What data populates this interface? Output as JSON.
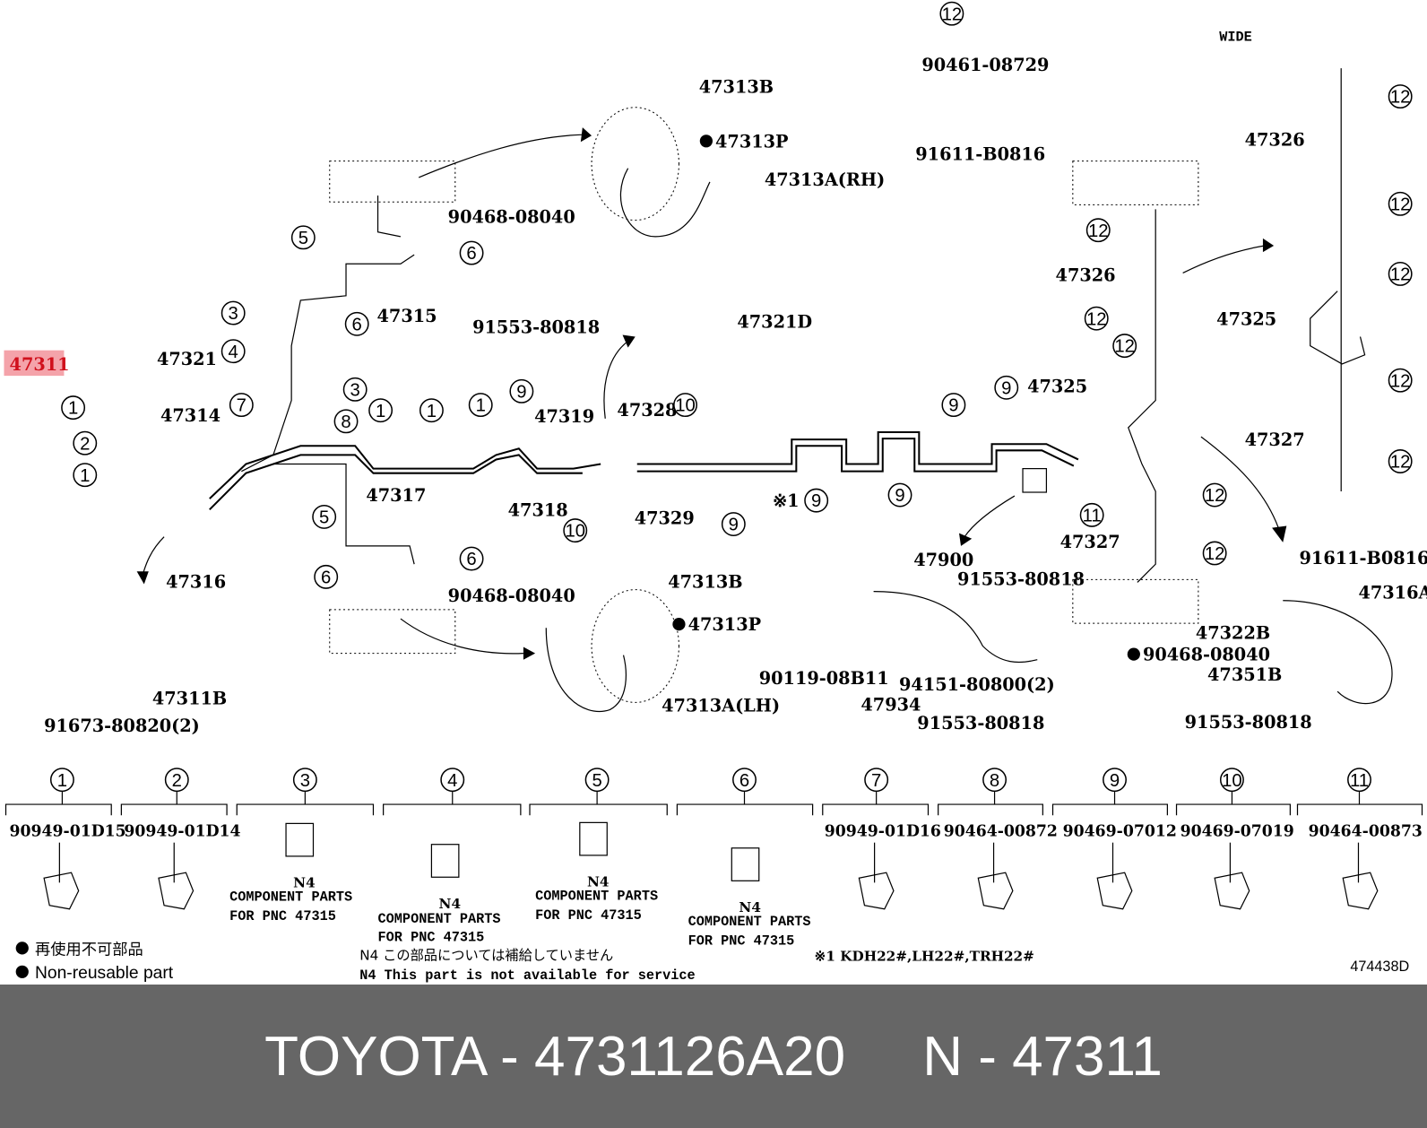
{
  "diagram": {
    "highlighted_part": "47311",
    "labels": [
      "47313B",
      "47313P",
      "47313A(RH)",
      "90468-08040",
      "47315",
      "47321",
      "47314",
      "47319",
      "47328",
      "47325",
      "91553-80818",
      "47321D",
      "47317",
      "47318",
      "47329",
      "※1",
      "47316",
      "47311B",
      "91673-80820(2)",
      "90468-08040",
      "47313B",
      "47313P",
      "47313A(LH)",
      "47900",
      "91553-80818",
      "90119-08B11",
      "47934",
      "94151-80800(2)",
      "91553-80818",
      "47327",
      "90461-08729",
      "91611-B0816",
      "WIDE",
      "47326",
      "47326",
      "47325",
      "47327",
      "91611-B0816",
      "47316A",
      "47322B",
      "90468-08040",
      "47351B",
      "91553-80818"
    ],
    "callouts": [
      "3",
      "4",
      "5",
      "6",
      "6",
      "3",
      "7",
      "8",
      "1",
      "1",
      "1",
      "9",
      "1",
      "2",
      "1",
      "5",
      "6",
      "6",
      "10",
      "10",
      "9",
      "9",
      "9",
      "9",
      "9",
      "11",
      "12",
      "12",
      "12",
      "12",
      "12",
      "12",
      "12",
      "12",
      "12",
      "12",
      "12"
    ],
    "legend_columns": [
      {
        "num": "1",
        "part": "90949-01D15"
      },
      {
        "num": "2",
        "part": "90949-01D14"
      },
      {
        "num": "3",
        "note_code": "N4",
        "note_line1": "COMPONENT PARTS",
        "note_line2": "FOR PNC 47315"
      },
      {
        "num": "4",
        "note_code": "N4",
        "note_line1": "COMPONENT PARTS",
        "note_line2": "FOR PNC 47315"
      },
      {
        "num": "5",
        "note_code": "N4",
        "note_line1": "COMPONENT PARTS",
        "note_line2": "FOR PNC 47315"
      },
      {
        "num": "6",
        "note_code": "N4",
        "note_line1": "COMPONENT PARTS",
        "note_line2": "FOR PNC 47315"
      },
      {
        "num": "7",
        "part": "90949-01D16"
      },
      {
        "num": "8",
        "part": "90464-00872"
      },
      {
        "num": "9",
        "part": "90469-07012"
      },
      {
        "num": "10",
        "part": "90469-07019"
      },
      {
        "num": "11",
        "part": "90464-00873"
      }
    ],
    "footnotes": {
      "non_reusable_jp": "再使用不可部品",
      "non_reusable_en": "Non-reusable part",
      "n4_jp": "N4 この部品については補給していません",
      "n4_en": "N4 This part is not available for service",
      "note1": "※1 KDH22#,LH22#,TRH22#",
      "drawing_id": "474438D"
    }
  },
  "banner": {
    "text": "TOYOTA - 4731126A20     N - 47311"
  },
  "colors": {
    "highlight_bg": "#f4a3aa",
    "highlight_text": "#d0101c",
    "banner_bg": "#666666"
  }
}
